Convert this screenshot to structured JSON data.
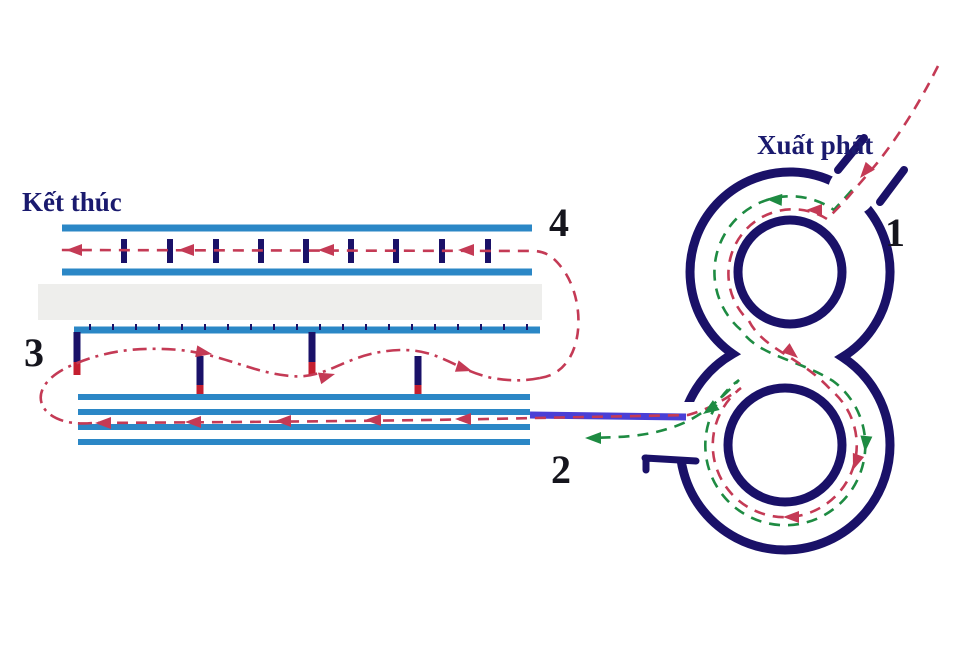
{
  "labels": {
    "start": "Xuất phát",
    "finish": "Kết thúc",
    "point1": "1",
    "point2": "2",
    "point3": "3",
    "point4": "4"
  },
  "colors": {
    "track_navy": "#1a1168",
    "lane_blue": "#2b87c6",
    "connector_blue": "#4a3fd6",
    "route_red": "#c43a55",
    "route_green": "#1e8b42",
    "marker_red": "#c41f30",
    "text_navy": "#1a1a6e",
    "text_dark": "#15151d",
    "panel_gray": "#eeeeec",
    "background": "#ffffff"
  }
}
